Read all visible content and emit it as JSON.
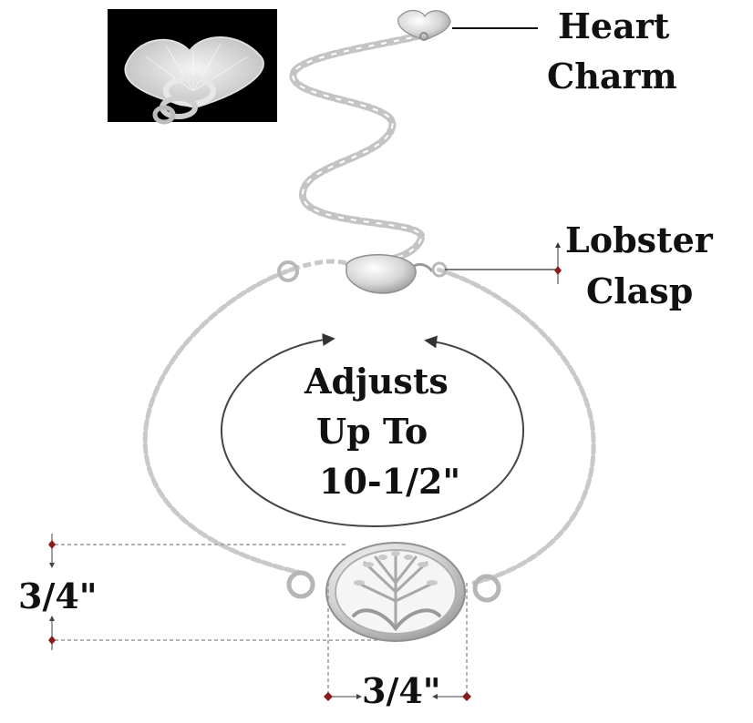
{
  "labels": {
    "heart_line1": "Heart",
    "heart_line2": "Charm",
    "lobster_line1": "Lobster",
    "lobster_line2": "Clasp",
    "adjust_line1": "Adjusts",
    "adjust_line2": "Up To",
    "adjust_line3": "10-1/2\"",
    "height_dim": "3/4\"",
    "width_dim": "3/4\""
  },
  "colors": {
    "text": "#111111",
    "metal": "#c4c4c4",
    "metal_dark": "#8f8f8f",
    "marker": "#8a1c1c",
    "dash": "#999999",
    "inset_bg": "#000000"
  }
}
